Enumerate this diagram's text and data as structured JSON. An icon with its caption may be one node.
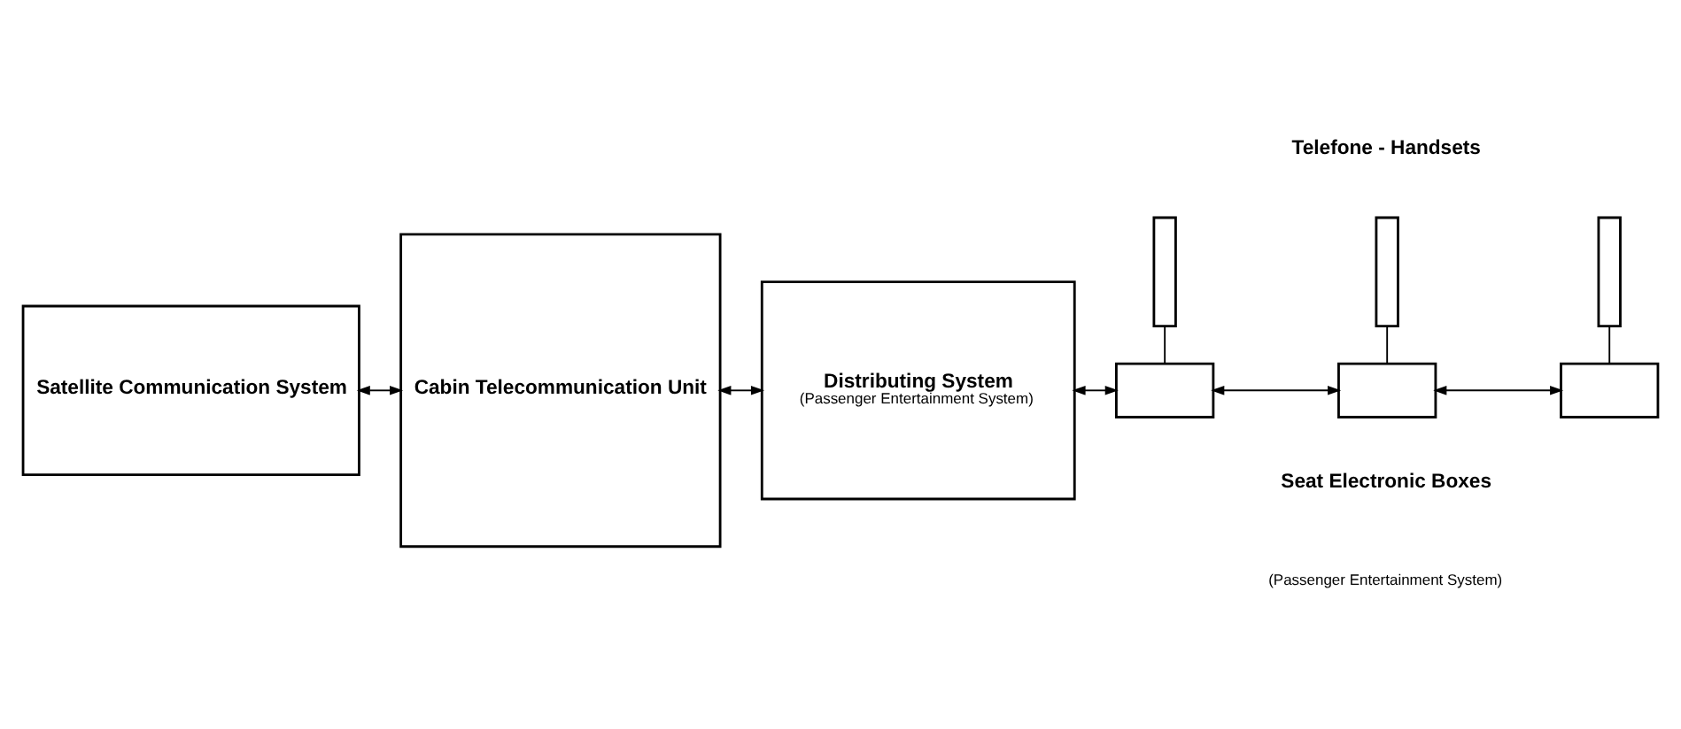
{
  "diagram": {
    "nodes": [
      {
        "text": [
          "Satellite Communication System"
        ]
      },
      {
        "text": [
          "Cabin Telecommunication Unit"
        ]
      },
      {
        "text": [
          "Distributing System",
          "(Passenger Entertainment System)"
        ]
      },
      {
        "text": [],
        "shape": "box"
      },
      {
        "text": [],
        "shape": "box"
      },
      {
        "text": [],
        "shape": "box"
      },
      {
        "text": [],
        "shape": "box"
      },
      {
        "text": [],
        "shape": "box"
      },
      {
        "text": [],
        "shape": "box"
      }
    ],
    "edges": [
      {
        "from": 0,
        "to": 1,
        "arrow": "both"
      },
      {
        "from": 1,
        "to": 2,
        "arrow": "both"
      },
      {
        "from": 2,
        "to": 6,
        "arrow": "both"
      },
      {
        "from": 6,
        "to": 7,
        "arrow": "both"
      },
      {
        "from": 7,
        "to": 8,
        "arrow": "both"
      },
      {
        "from": 3,
        "to": 6,
        "arrow": "none"
      },
      {
        "from": 4,
        "to": 7,
        "arrow": "none"
      },
      {
        "from": 5,
        "to": 8,
        "arrow": "none"
      }
    ],
    "labels": [
      "Telefone - Handsets",
      "Seat Electronic Boxes",
      "(Passenger Entertainment System)"
    ]
  }
}
